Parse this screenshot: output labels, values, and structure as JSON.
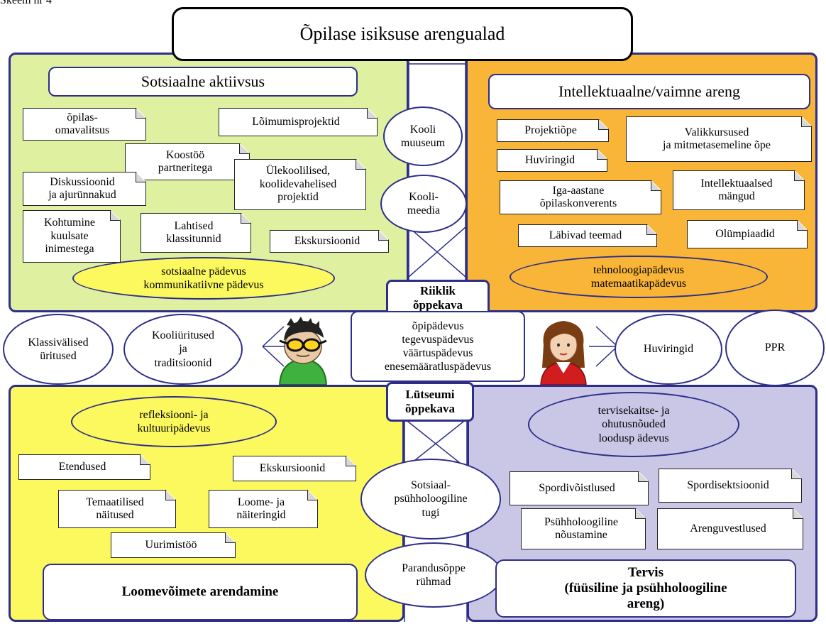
{
  "caption": "Skeem nr 4",
  "title": "Õpilase isiksuse arengualad",
  "quadrants": {
    "social": {
      "heading": "Sotsiaalne aktiivsus",
      "notes": [
        "õpilas-\nomavalitsus",
        "Lõimumisprojektid",
        "Koostöö\npartneritega",
        "Diskussioonid\nja ajurünnakud",
        "Ülekoolilised,\nkoolidevahelised\nprojektid",
        "Kohtumine\nkuulsate\ninimestega",
        "Lahtised\nklassitunnid",
        "Ekskursioonid"
      ],
      "oval": "sotsiaalne pädevus\nkommunikatiivne pädevus"
    },
    "intellectual": {
      "heading": "Intellektuaalne/vaimne areng",
      "notes": [
        "Projektiõpe",
        "Valikkursused\nja mitmetasemeline õpe",
        "Huviringid",
        "Intellektuaalsed\nmängud",
        "Iga-aastane\nõpilaskonverents",
        "Läbivad teemad",
        "Olümpiaadid"
      ],
      "oval": "tehnoloogiapädevus\nmatemaatikapädevus"
    },
    "creative": {
      "oval": "refleksiooni- ja\nkultuuripädevus",
      "notes": [
        "Etendused",
        "Ekskursioonid",
        "Temaatilised\nnäitused",
        "Loome- ja\nnäiteringid",
        "Uurimistöö"
      ],
      "heading": "Loomevõimete arendamine"
    },
    "health": {
      "oval": "tervisekaitse- ja\nohutusnõuded\nloodusp ädevus",
      "notes": [
        "Spordivõistlused",
        "Spordisektsioonid",
        "Psühholoogiline\nnõustamine",
        "Arenguvestlused"
      ],
      "heading": "Tervis\n(füüsiline ja psühholoogiline\nareng)"
    }
  },
  "center_column": {
    "circles": [
      "Kooli\nmuuseum",
      "Kooli-\nmeedia",
      "Sotsiaal-\npsühholoogiline\ntugi",
      "Parandusõppe\nrühmad"
    ],
    "riiklik": "Riiklik\nõppekava",
    "lutseumi": "Lütseumi\nõppekava",
    "competences": "õpipädevus\ntegevuspädevus\nväärtuspädevus\nenesemääratluspädevus"
  },
  "middle_row": {
    "left_circles": [
      "Klassivälised\nüritused",
      "Kooliüritused\nja\ntraditsioonid"
    ],
    "right_circles": [
      "Huviringid",
      "PPR"
    ]
  },
  "colors": {
    "green": "#dff1a0",
    "orange": "#f8b537",
    "yellow": "#fbf95e",
    "lavender": "#c9c6e6",
    "border": "#2e2e8a"
  }
}
